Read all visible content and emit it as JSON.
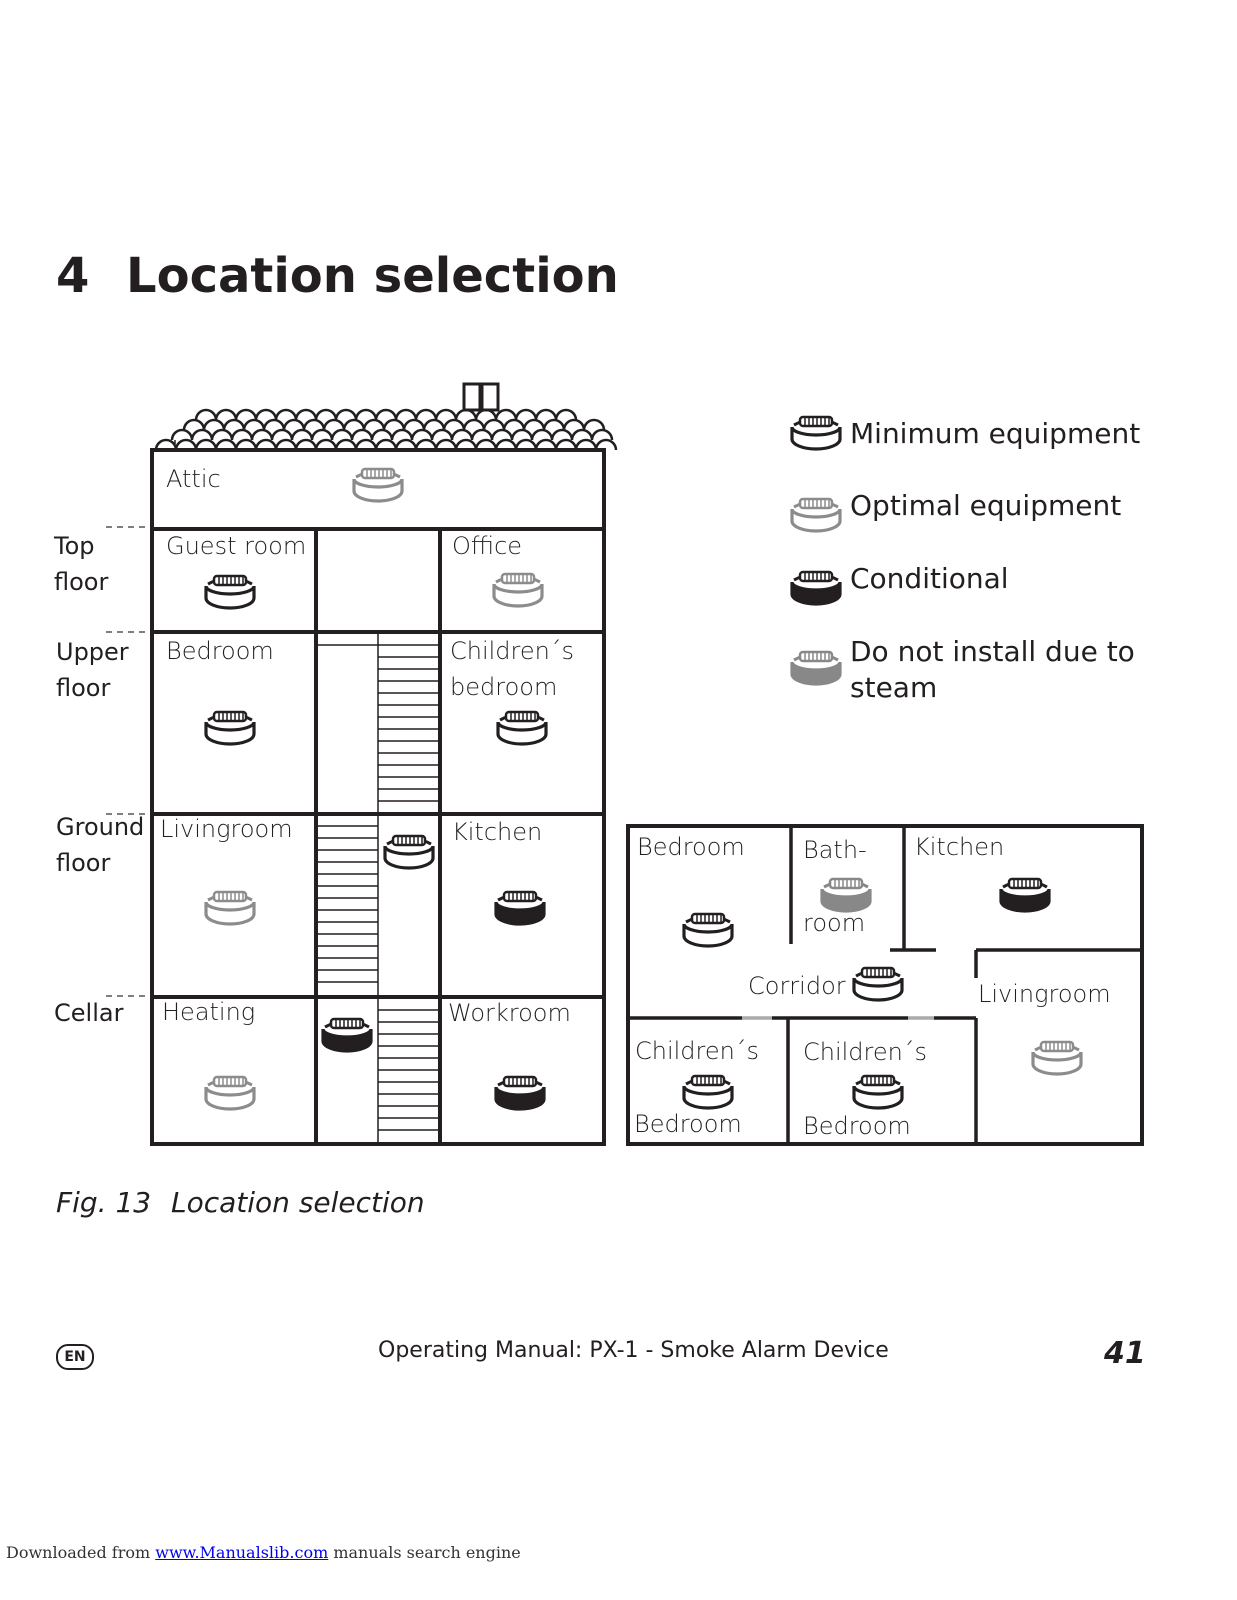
{
  "heading": {
    "number": "4",
    "title": "Location selection"
  },
  "legend": {
    "items": [
      {
        "label": "Minimum equipment",
        "style": "minimum"
      },
      {
        "label": "Optimal  equipment",
        "style": "optimal"
      },
      {
        "label": "Conditional",
        "style": "conditional"
      },
      {
        "label": "Do  not  install  due  to\nsteam",
        "style": "steam"
      }
    ]
  },
  "house": {
    "side_labels": {
      "top_floor": "Top\nfloor",
      "upper_floor": "Upper\nfloor",
      "ground_floor": "Ground\nfloor",
      "cellar": "Cellar"
    },
    "rooms": {
      "attic": "Attic",
      "guest_room": "Guest room",
      "office": "Office",
      "bedroom": "Bedroom",
      "childrens_bedroom_1": "Children´s",
      "childrens_bedroom_2": "bedroom",
      "livingroom": "Livingroom",
      "kitchen": "Kitchen",
      "heating": "Heating",
      "workroom": "Workroom"
    }
  },
  "floorplan": {
    "rooms": {
      "bedroom": "Bedroom",
      "bath_1": "Bath-",
      "bath_2": "room",
      "kitchen": "Kitchen",
      "corridor": "Corridor",
      "livingroom": "Livingroom",
      "childrens_a_1": "Children´s",
      "childrens_a_2": "Bedroom",
      "childrens_b_1": "Children´s",
      "childrens_b_2": "Bedroom"
    }
  },
  "caption": {
    "fig_no": "Fig. 13",
    "text": "Location selection"
  },
  "footer": {
    "lang": "EN",
    "title": "Operating Manual:  PX-1 - Smoke Alarm Device",
    "page": "41"
  },
  "download": {
    "prefix": "Downloaded from ",
    "link": "www.Manualslib.com",
    "suffix": " manuals search engine"
  },
  "colors": {
    "minimum": "#231f20",
    "optimal": "#8c8c8c",
    "conditional": "#231f20",
    "steam": "#888888"
  }
}
